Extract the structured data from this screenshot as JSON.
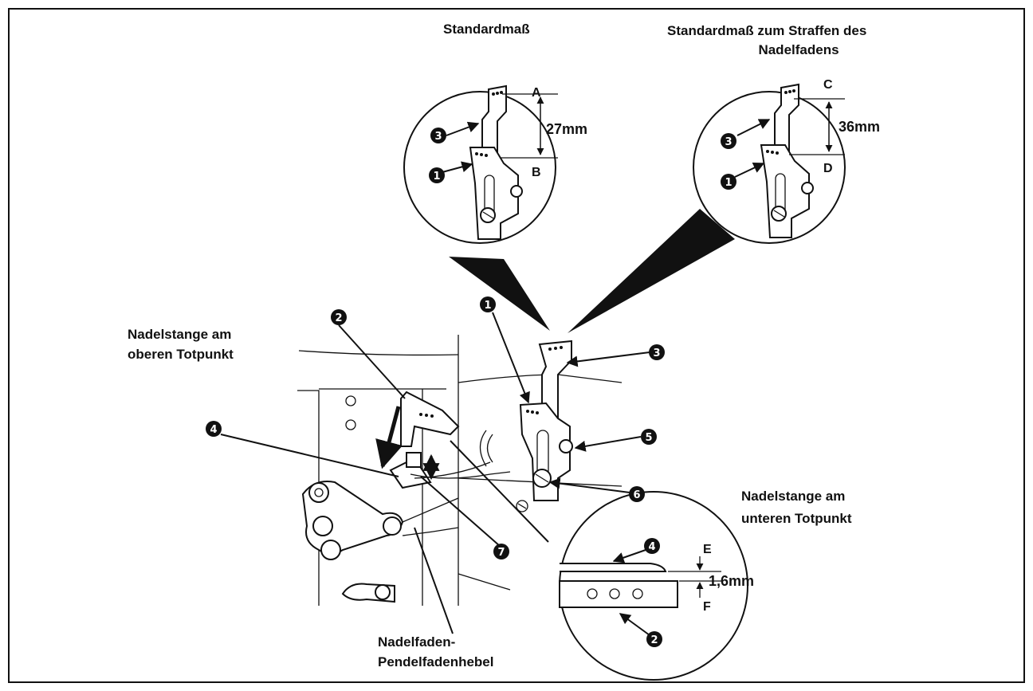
{
  "titles": {
    "standard": "Standardmaß",
    "tension_line1": "Standardmaß zum Straffen des",
    "tension_line2": "Nadelfadens"
  },
  "callouts": {
    "top_dead_center_line1": "Nadelstange am",
    "top_dead_center_line2": "oberen Totpunkt",
    "bottom_dead_center_line1": "Nadelstange am",
    "bottom_dead_center_line2": "unteren Totpunkt",
    "lever_line1": "Nadelfaden-",
    "lever_line2": "Pendelfadenhebel"
  },
  "dimensions": {
    "standard": "27mm",
    "tension": "36mm",
    "clearance": "1,6mm"
  },
  "points": {
    "A": "A",
    "B": "B",
    "C": "C",
    "D": "D",
    "E": "E",
    "F": "F"
  },
  "part_numbers": {
    "p1": "1",
    "p2": "2",
    "p3": "3",
    "p4": "4",
    "p5": "5",
    "p6": "6",
    "p7": "7"
  }
}
